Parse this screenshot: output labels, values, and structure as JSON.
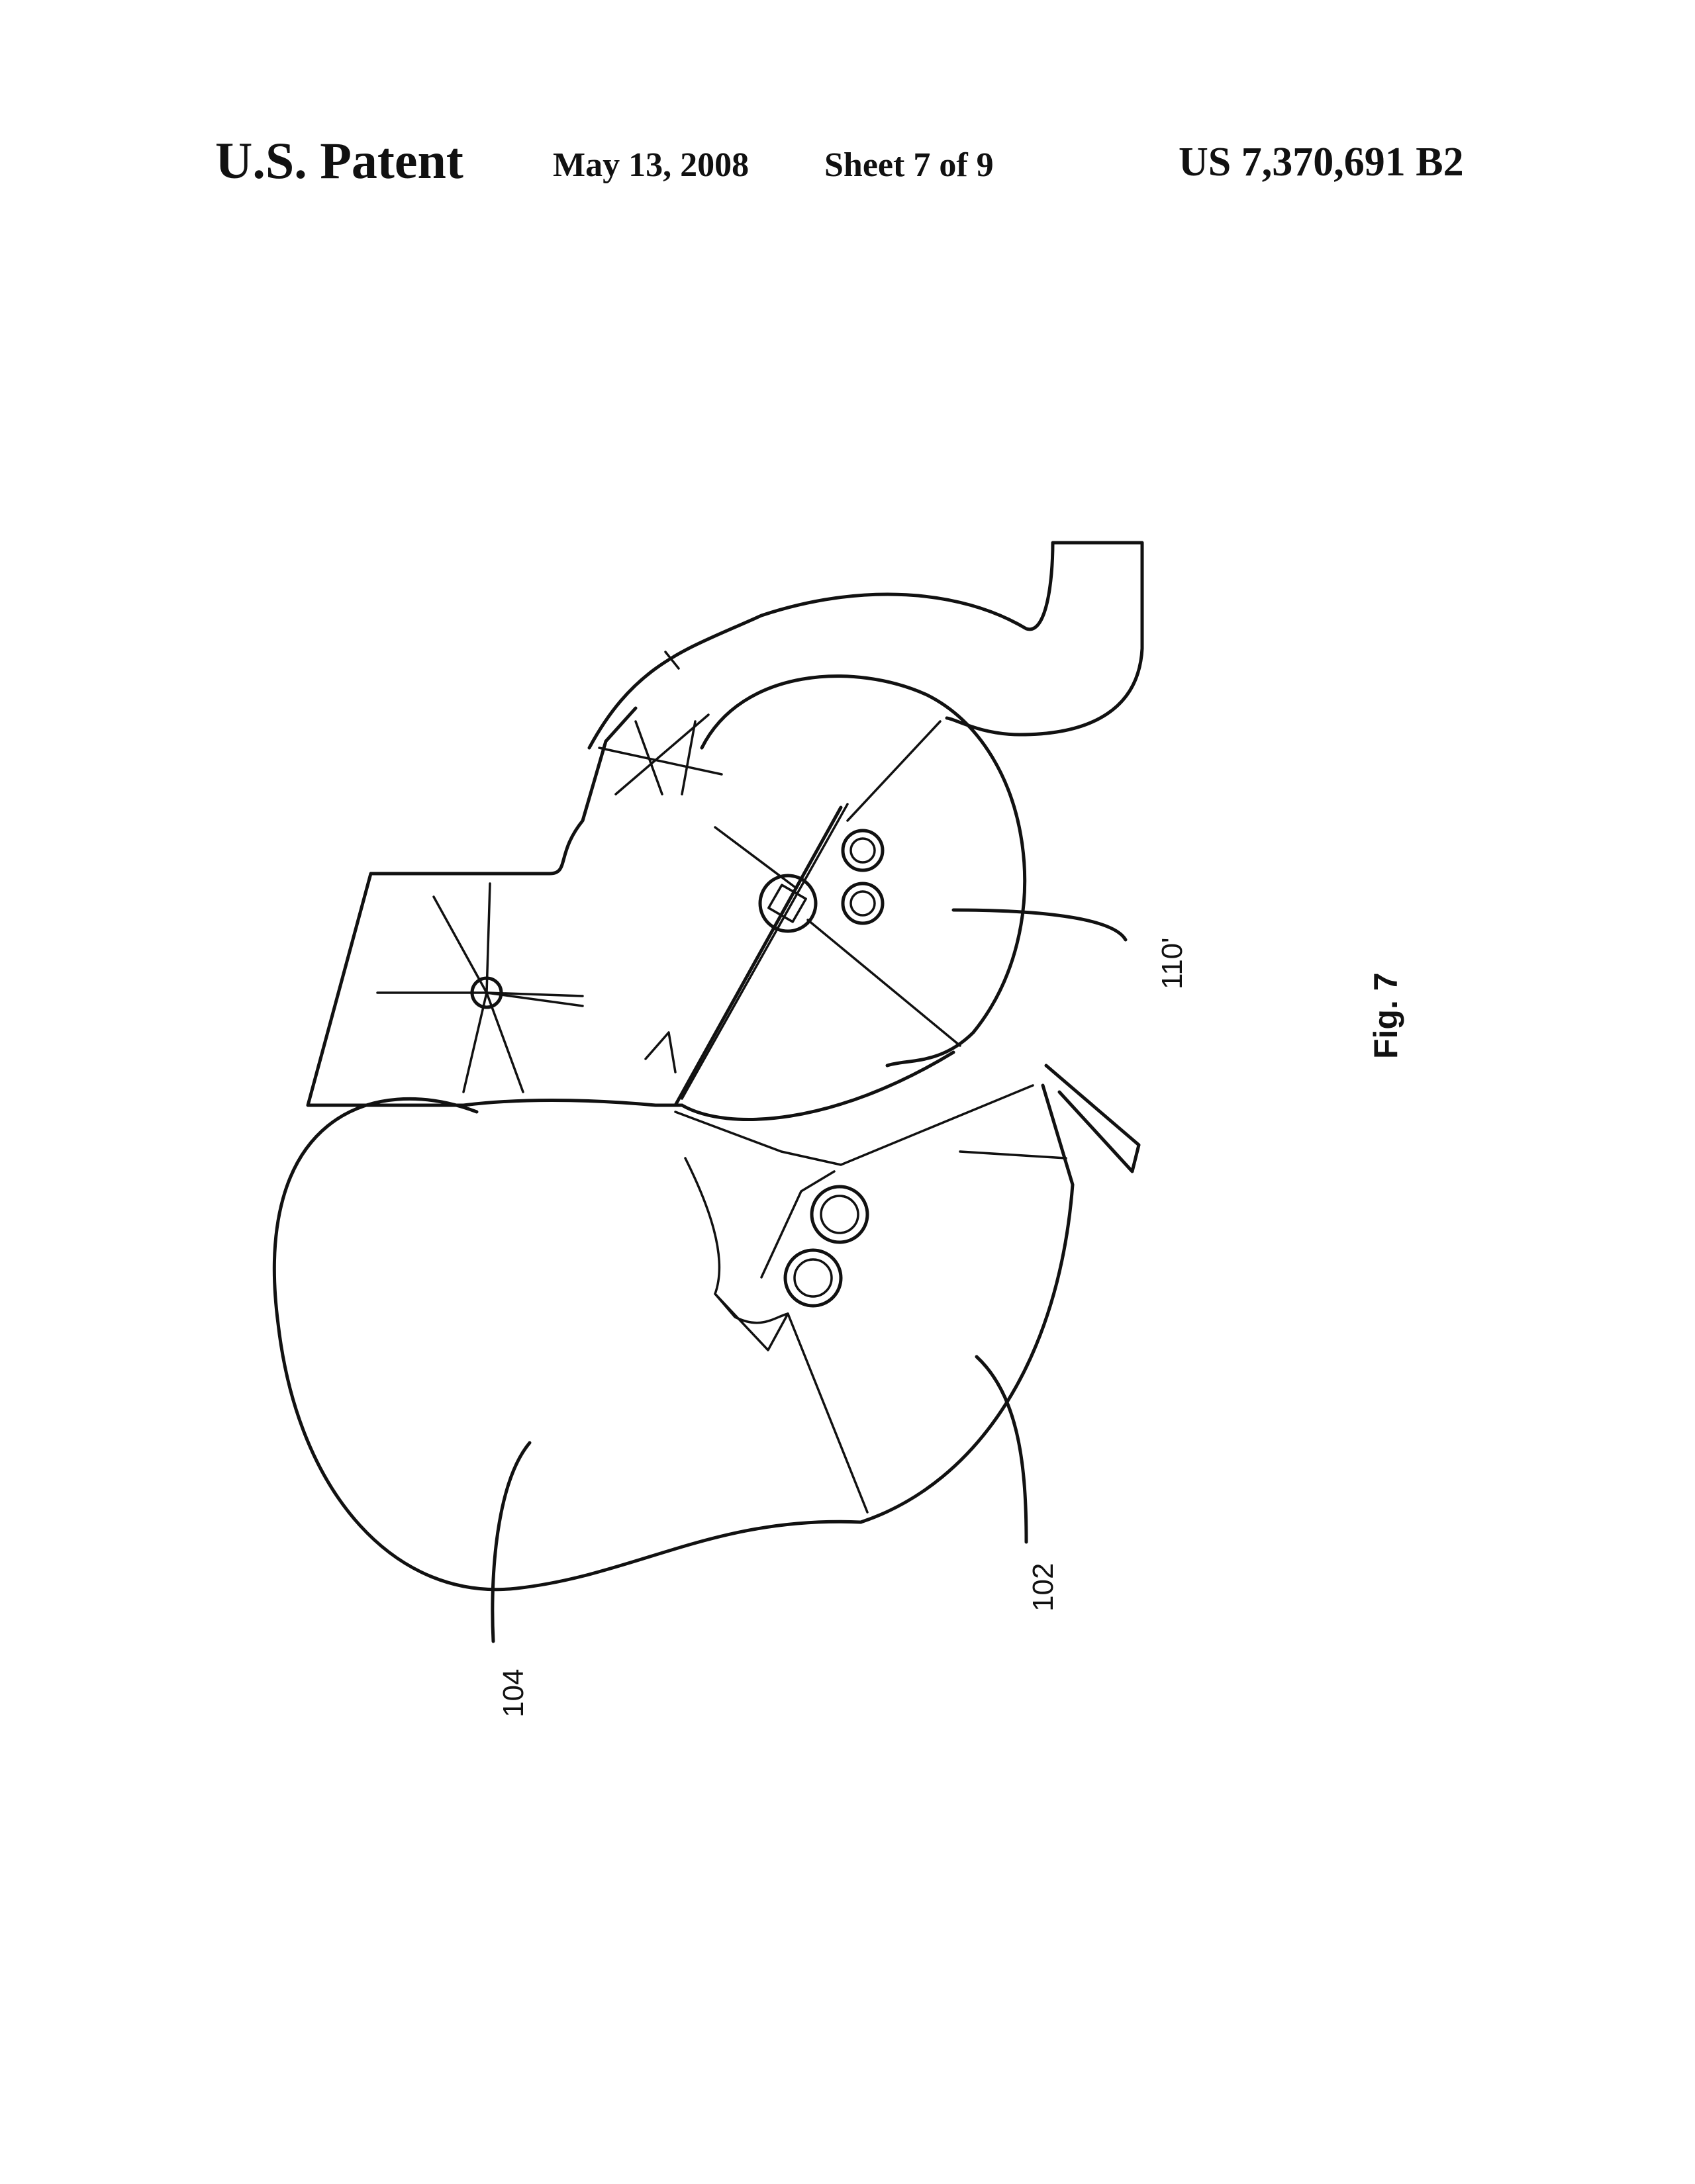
{
  "header": {
    "title": "U.S. Patent",
    "date": "May 13, 2008",
    "sheet": "Sheet 7 of 9",
    "patent_number": "US 7,370,691 B2"
  },
  "figure": {
    "label": "Fig. 7",
    "reference_numerals": {
      "ref_104": "104",
      "ref_102": "102",
      "ref_110": "110'"
    }
  }
}
